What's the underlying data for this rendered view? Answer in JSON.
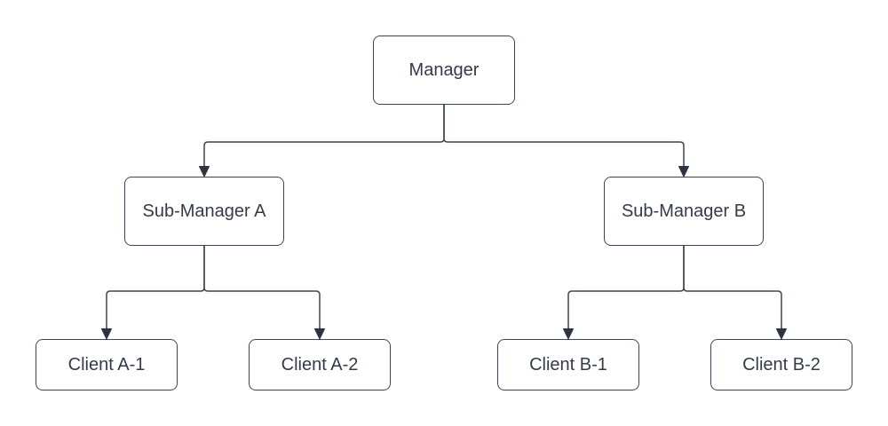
{
  "diagram": {
    "type": "org-chart",
    "nodes": [
      {
        "id": "manager",
        "label": "Manager"
      },
      {
        "id": "sub-manager-a",
        "label": "Sub-Manager A"
      },
      {
        "id": "sub-manager-b",
        "label": "Sub-Manager B"
      },
      {
        "id": "client-a-1",
        "label": "Client A-1"
      },
      {
        "id": "client-a-2",
        "label": "Client A-2"
      },
      {
        "id": "client-b-1",
        "label": "Client B-1"
      },
      {
        "id": "client-b-2",
        "label": "Client B-2"
      }
    ],
    "edges": [
      {
        "from": "manager",
        "to": "sub-manager-a",
        "arrow": "filled-triangle"
      },
      {
        "from": "manager",
        "to": "sub-manager-b",
        "arrow": "filled-triangle"
      },
      {
        "from": "sub-manager-a",
        "to": "client-a-1",
        "arrow": "filled-triangle"
      },
      {
        "from": "sub-manager-a",
        "to": "client-a-2",
        "arrow": "filled-triangle"
      },
      {
        "from": "sub-manager-b",
        "to": "client-b-1",
        "arrow": "filled-triangle"
      },
      {
        "from": "sub-manager-b",
        "to": "client-b-2",
        "arrow": "filled-triangle"
      }
    ],
    "colors": {
      "background": "#ffffff",
      "node_fill": "#ffffff",
      "node_border": "#3d4451",
      "connector": "#3d4451",
      "arrowhead": "#2d333f",
      "text": "#333b49"
    }
  }
}
